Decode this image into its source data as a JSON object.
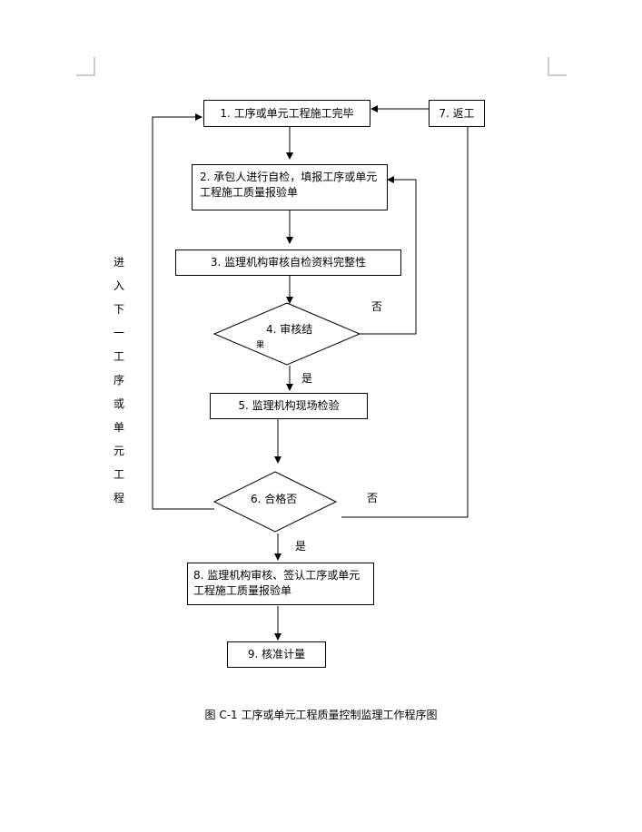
{
  "steps": {
    "s1": "1. 工序或单元工程施工完毕",
    "s2": "2. 承包人进行自检，填报工序或单元工程施工质量报验单",
    "s3": "3. 监理机构审核自检资料完整性",
    "s4_main": "4. 审核结",
    "s4_extra": "果",
    "s5": "5. 监理机构现场检验",
    "s6": "6. 合格否",
    "s7": "7. 返工",
    "s8": "8. 监理机构审核、签认工序或单元工程施工质量报验单",
    "s9": "9. 核准计量"
  },
  "labels": {
    "no_4": "否",
    "yes_4": "是",
    "no_6": "否",
    "yes_6": "是"
  },
  "side_text": [
    "进",
    "入",
    "下",
    "一",
    "工",
    "序",
    "或",
    "单",
    "元",
    "工",
    "程"
  ],
  "caption": "图 C-1   工序或单元工程质量控制监理工作程序图"
}
